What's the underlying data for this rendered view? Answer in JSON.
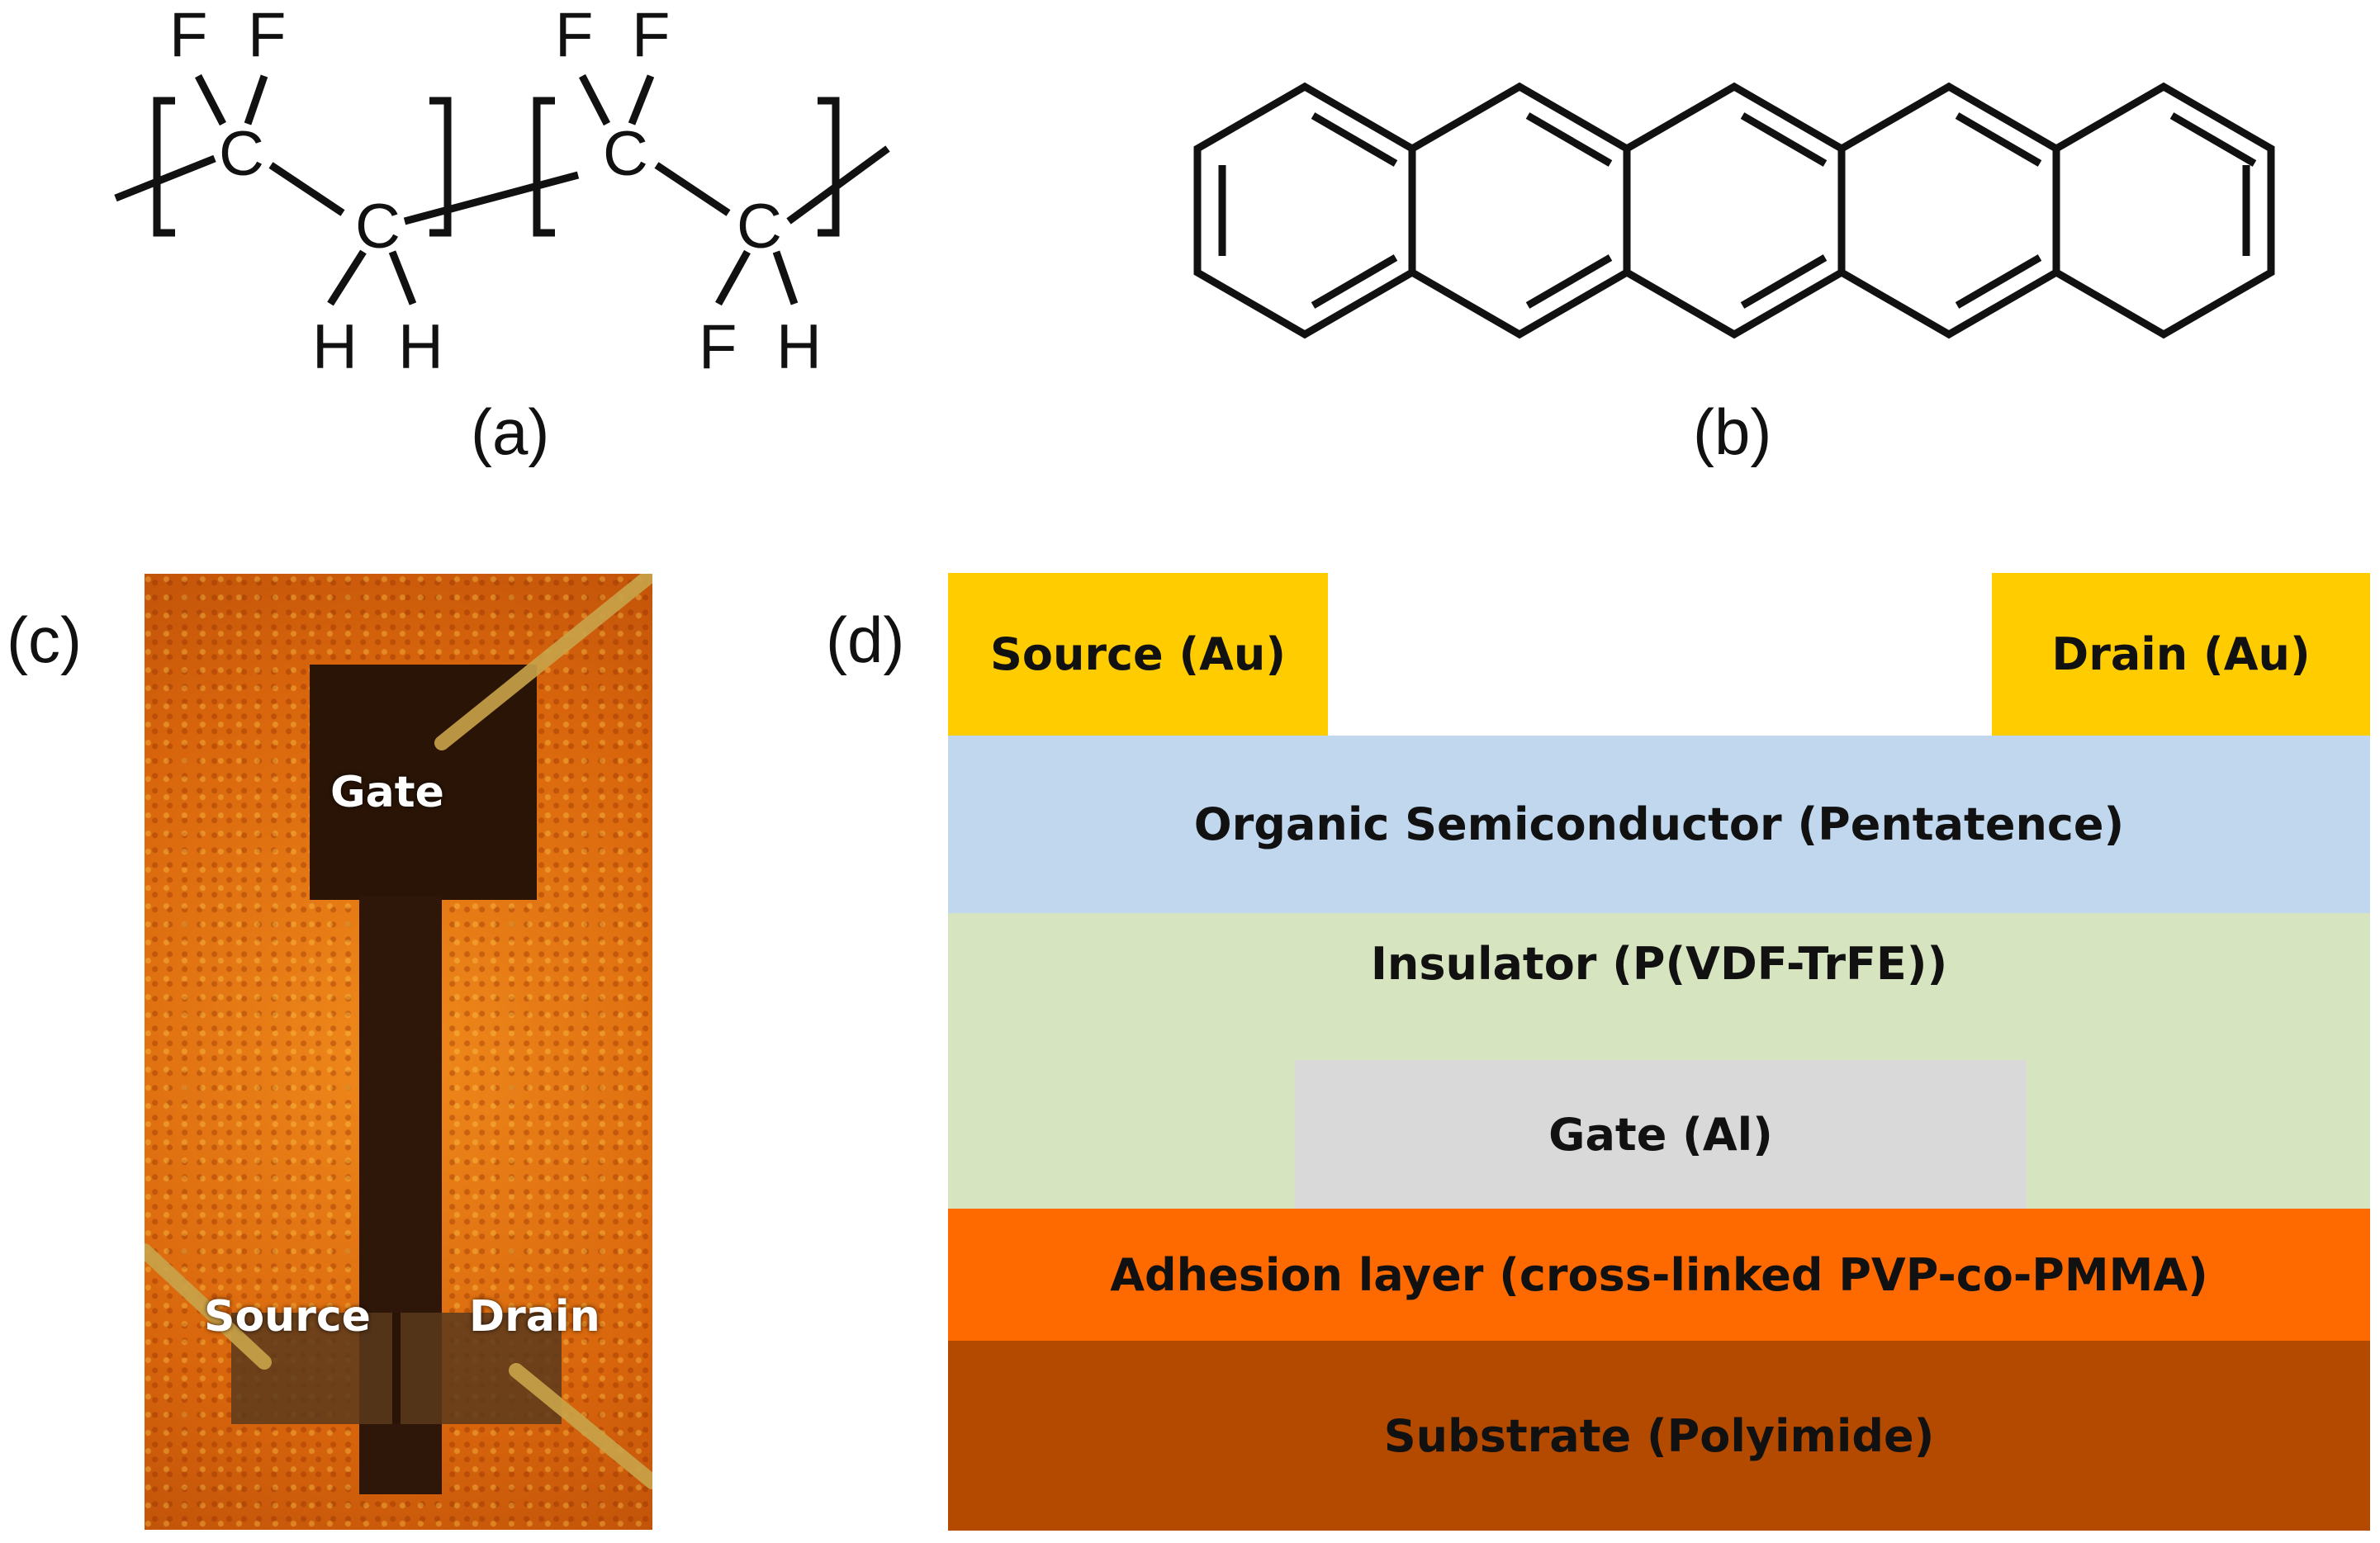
{
  "panels": {
    "a": {
      "label": "(a)"
    },
    "b": {
      "label": "(b)"
    },
    "c": {
      "label": "(c)"
    },
    "d": {
      "label": "(d)"
    }
  },
  "molecule_a": {
    "atoms": {
      "f1": "F",
      "f2": "F",
      "c1": "C",
      "c2": "C",
      "h1": "H",
      "h2": "H",
      "f3": "F",
      "f4": "F",
      "c3": "C",
      "c4": "C",
      "f5": "F",
      "h3": "H"
    }
  },
  "photo_c": {
    "gate_label": "Gate",
    "source_label": "Source",
    "drain_label": "Drain"
  },
  "stack_d": {
    "source": "Source (Au)",
    "drain": "Drain (Au)",
    "semiconductor": "Organic Semiconductor (Pentatence)",
    "insulator": "Insulator (P(VDF-TrFE))",
    "gate": "Gate (Al)",
    "adhesion": "Adhesion layer (cross-linked PVP-co-PMMA)",
    "substrate": "Substrate (Polyimide)",
    "colors": {
      "electrode": "#ffcc00",
      "semiconductor": "#c0d7ee",
      "insulator": "#d6e4bf",
      "gate": "#d9d9d9",
      "adhesion": "#ff6a00",
      "substrate": "#b34a00"
    }
  }
}
